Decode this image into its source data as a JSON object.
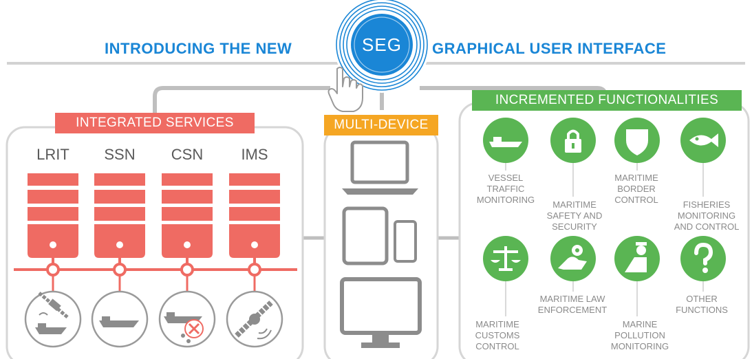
{
  "colors": {
    "blue": "#1a86d6",
    "red": "#ef6b63",
    "orange": "#f5a623",
    "green": "#5ab553",
    "gray": "#bfbfbf",
    "text": "#8a8a8a"
  },
  "header": {
    "left": "INTRODUCING THE NEW",
    "right": "GRAPHICAL USER INTERFACE",
    "logo": "SEG"
  },
  "integrated": {
    "title": "INTEGRATED SERVICES",
    "services": [
      {
        "name": "LRIT",
        "icon": "satellite-ship-icon"
      },
      {
        "name": "SSN",
        "icon": "ship-icon"
      },
      {
        "name": "CSN",
        "icon": "oil-spill-ship-icon"
      },
      {
        "name": "IMS",
        "icon": "satellite-icon"
      }
    ]
  },
  "multi": {
    "title": "MULTI-DEVICE",
    "devices": [
      "laptop-icon",
      "tablet-icon",
      "phone-icon",
      "monitor-icon"
    ]
  },
  "functions": {
    "title": "INCREMENTED FUNCTIONALITIES",
    "items": [
      {
        "label": [
          "VESSEL",
          "TRAFFIC",
          "MONITORING"
        ],
        "icon": "ship-icon"
      },
      {
        "label": [
          "MARITIME",
          "SAFETY AND",
          "SECURITY"
        ],
        "icon": "lock-icon"
      },
      {
        "label": [
          "MARITIME",
          "BORDER",
          "CONTROL"
        ],
        "icon": "shield-icon"
      },
      {
        "label": [
          "FISHERIES",
          "MONITORING",
          "AND CONTROL"
        ],
        "icon": "fish-icon"
      },
      {
        "label": [
          "MARITIME",
          "CUSTOMS",
          "CONTROL"
        ],
        "icon": "scales-icon"
      },
      {
        "label": [
          "MARITIME LAW",
          "ENFORCEMENT"
        ],
        "icon": "hands-icon"
      },
      {
        "label": [
          "MARINE",
          "POLLUTION",
          "MONITORING"
        ],
        "icon": "officer-icon"
      },
      {
        "label": [
          "OTHER",
          "FUNCTIONS"
        ],
        "icon": "question-icon"
      }
    ]
  }
}
